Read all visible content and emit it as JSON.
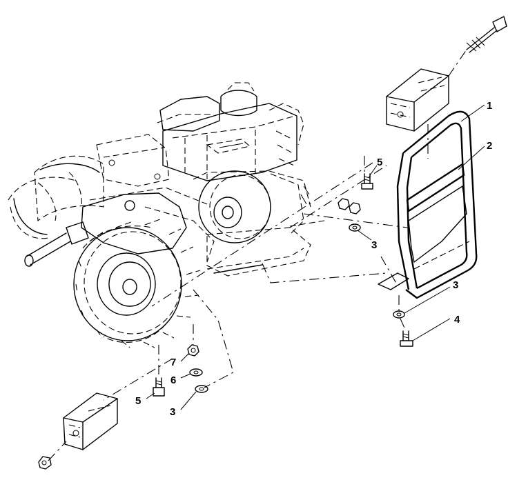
{
  "diagram": {
    "callouts": [
      {
        "id": "c1",
        "text": "1"
      },
      {
        "id": "c2",
        "text": "2"
      },
      {
        "id": "c5a",
        "text": "5"
      },
      {
        "id": "c3a",
        "text": "3"
      },
      {
        "id": "c3b",
        "text": "3"
      },
      {
        "id": "c4",
        "text": "4"
      },
      {
        "id": "c7",
        "text": "7"
      },
      {
        "id": "c6",
        "text": "6"
      },
      {
        "id": "c5b",
        "text": "5"
      },
      {
        "id": "c3c",
        "text": "3"
      }
    ]
  }
}
